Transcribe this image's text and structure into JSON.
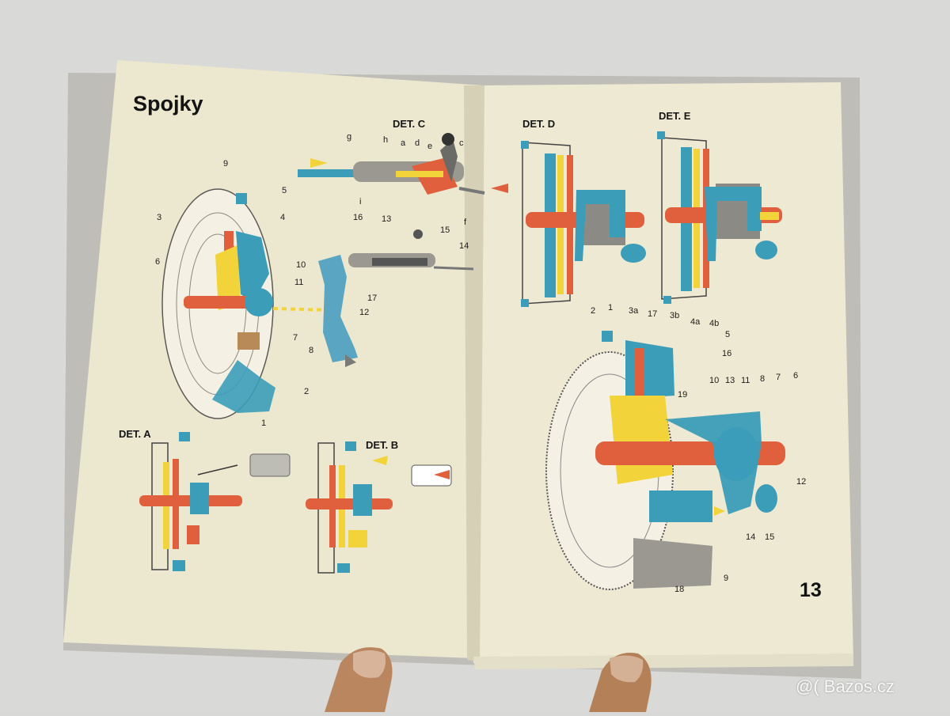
{
  "page": {
    "title": "Spojky",
    "page_number": "13",
    "watermark": "@( Bazos.cz"
  },
  "details": {
    "a": "DET. A",
    "b": "DET. B",
    "c": "DET. C",
    "d": "DET. D",
    "e": "DET. E"
  },
  "left_callouts": [
    "9",
    "5",
    "4",
    "3",
    "10",
    "6",
    "11",
    "7",
    "12",
    "8",
    "2",
    "1",
    "13",
    "15",
    "16",
    "14",
    "17"
  ],
  "det_c_letters": [
    "g",
    "h",
    "a",
    "d",
    "e",
    "c",
    "i",
    "f"
  ],
  "right_callouts": [
    "2",
    "1",
    "3a",
    "17",
    "3b",
    "4a",
    "4b",
    "5",
    "16",
    "19",
    "10",
    "13",
    "11",
    "8",
    "7",
    "6",
    "12",
    "14",
    "15",
    "9",
    "18"
  ],
  "colors": {
    "paper": "#ece7cf",
    "blue": "#3b9db8",
    "yellow": "#f2d43a",
    "orange": "#e0603e",
    "grey": "#9a9890",
    "ink": "#1c1c1c"
  }
}
